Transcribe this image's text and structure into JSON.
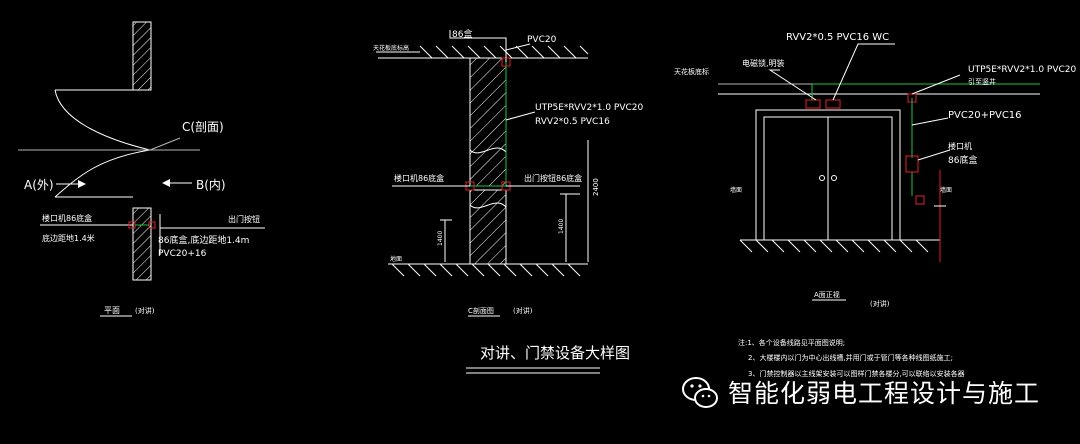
{
  "colors": {
    "background": "#000000",
    "line": "#ffffff",
    "dim": "#ffffff",
    "conduit": "#18c83c",
    "box": "#e0202a",
    "leader": "#b4b4b4"
  },
  "plan": {
    "label_c": "C(剖面)",
    "label_a": "A(外)",
    "label_b": "B(内)",
    "label_intercom_box": "楼口机86底盒",
    "label_mount_height": "底边距地1.4米",
    "label_exit_button": "出门按钮",
    "label_box_note": "86底盒,底边距地1.4m",
    "label_conduit": "PVC20+16",
    "caption": "平面",
    "caption_tag": "(对讲)"
  },
  "section": {
    "label_box_top": "86盒",
    "label_pvc_top": "PVC20",
    "label_ceiling": "天花板底标高",
    "label_cable1": "UTP5E*RVV2*1.0  PVC20",
    "label_cable2": "RVV2*0.5  PVC16",
    "label_left_box": "楼口机86底盒",
    "label_right_box": "出门按钮86底盒",
    "dim_2400": "2400",
    "dim_1400_left": "1400",
    "dim_1400_right": "1400",
    "label_floor": "地面",
    "caption": "C剖面图",
    "caption_tag": "(对讲)"
  },
  "elevation": {
    "label_rvv": "RVV2*0.5  PVC16  WC",
    "label_ceiling": "天花板底标",
    "label_lock": "电磁锁,明装",
    "label_utp": "UTP5E*RVV2*1.0  PVC20",
    "label_up": "引至竖井",
    "label_pvc": "PVC20+PVC16",
    "label_unit": "楼口机",
    "label_box": "86底盒",
    "label_wall_left": "墙面",
    "label_wall_right": "墙面",
    "caption": "A面正视",
    "caption_tag": "(对讲)"
  },
  "title": "对讲、门禁设备大样图",
  "notes": {
    "line1": "注:1、各个设备线路见平面图说明;",
    "line2": "2、大楼楼内以门为中心出线槽,并用门或于管门等各种线图纸施工;",
    "line3": "3、门禁控制器以主线架安装可以图样门禁各楼分,可以联络以安装各器"
  },
  "watermark": {
    "icon": "wechat-icon",
    "text": "智能化弱电工程设计与施工"
  }
}
